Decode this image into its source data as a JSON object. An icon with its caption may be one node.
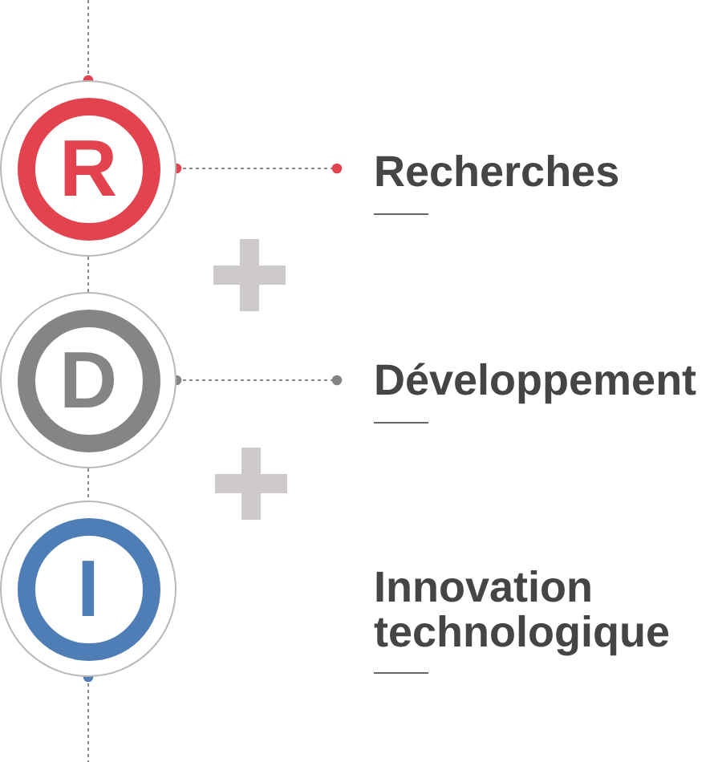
{
  "diagram": {
    "nodes": [
      {
        "text": [
          "R"
        ]
      },
      {
        "text": [
          "Recherches"
        ]
      },
      {
        "text": [
          "D"
        ]
      },
      {
        "text": [
          "Développement"
        ]
      },
      {
        "text": [
          "I"
        ]
      },
      {
        "text": [
          "Innovation technologique"
        ]
      }
    ],
    "edges": [
      {
        "from": null,
        "to": 0,
        "arrow": "other",
        "style": "dashed"
      },
      {
        "from": 0,
        "to": 1,
        "arrow": "other",
        "style": "dashed"
      },
      {
        "from": 0,
        "to": 2,
        "arrow": "none",
        "style": "dashed"
      },
      {
        "from": 2,
        "to": 3,
        "arrow": "other",
        "style": "dashed"
      },
      {
        "from": 2,
        "to": 4,
        "arrow": "none",
        "style": "dashed"
      },
      {
        "from": 4,
        "to": null,
        "arrow": "other",
        "style": "dashed"
      }
    ]
  }
}
